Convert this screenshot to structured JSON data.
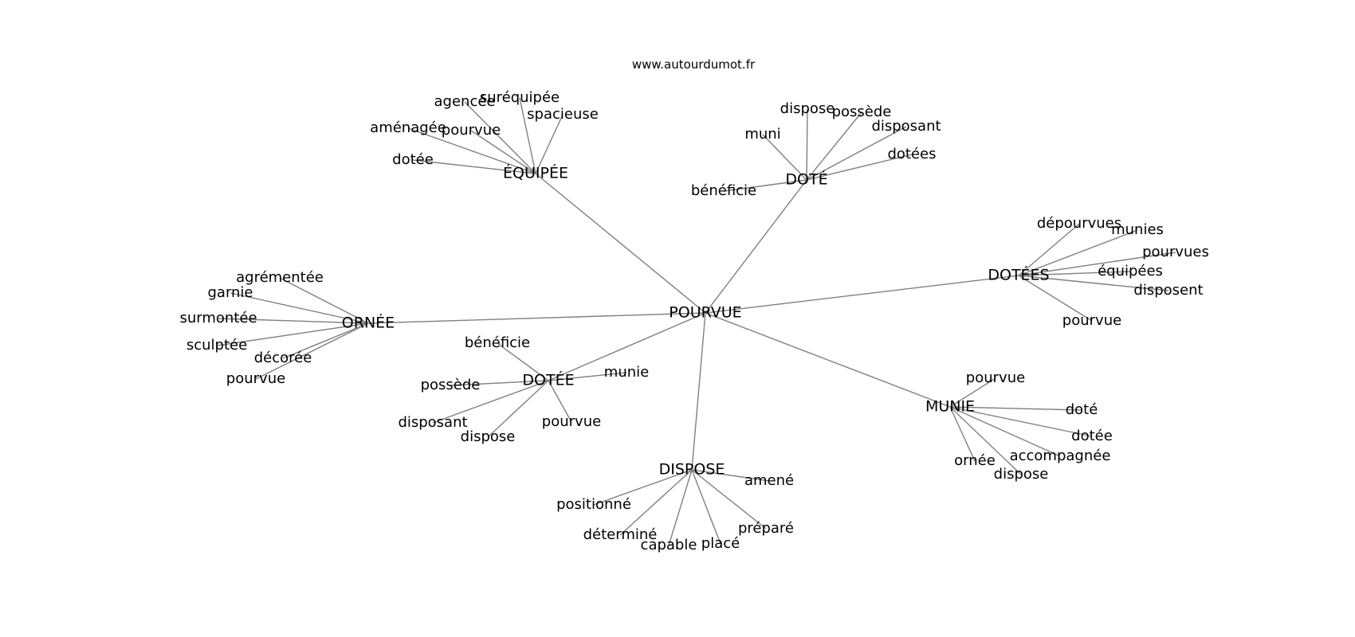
{
  "header": {
    "site": "www.autourdumot.fr"
  },
  "graph": {
    "center": "POURVUE",
    "hubs": [
      {
        "id": "equipee",
        "label": "ÉQUIPÉE",
        "leaves": [
          "agencée",
          "suréquipée",
          "spacieuse",
          "aménagée",
          "pourvue",
          "dotée"
        ]
      },
      {
        "id": "dote",
        "label": "DOTÉ",
        "leaves": [
          "dispose",
          "possède",
          "muni",
          "disposant",
          "dotées",
          "bénéficie"
        ]
      },
      {
        "id": "dotees",
        "label": "DOTÉES",
        "leaves": [
          "dépourvues",
          "munies",
          "pourvues",
          "équipées",
          "disposent",
          "pourvue"
        ]
      },
      {
        "id": "ornee",
        "label": "ORNÉE",
        "leaves": [
          "agrémentée",
          "garnie",
          "surmontée",
          "sculptée",
          "décorée",
          "pourvue"
        ]
      },
      {
        "id": "dotee",
        "label": "DOTÉE",
        "leaves": [
          "bénéficie",
          "munie",
          "possède",
          "disposant",
          "dispose",
          "pourvue"
        ]
      },
      {
        "id": "munie",
        "label": "MUNIE",
        "leaves": [
          "pourvue",
          "doté",
          "dotée",
          "accompagnée",
          "ornée",
          "dispose"
        ]
      },
      {
        "id": "dispose",
        "label": "DISPOSE",
        "leaves": [
          "amené",
          "positionné",
          "préparé",
          "déterminé",
          "placé",
          "capable"
        ]
      }
    ]
  }
}
